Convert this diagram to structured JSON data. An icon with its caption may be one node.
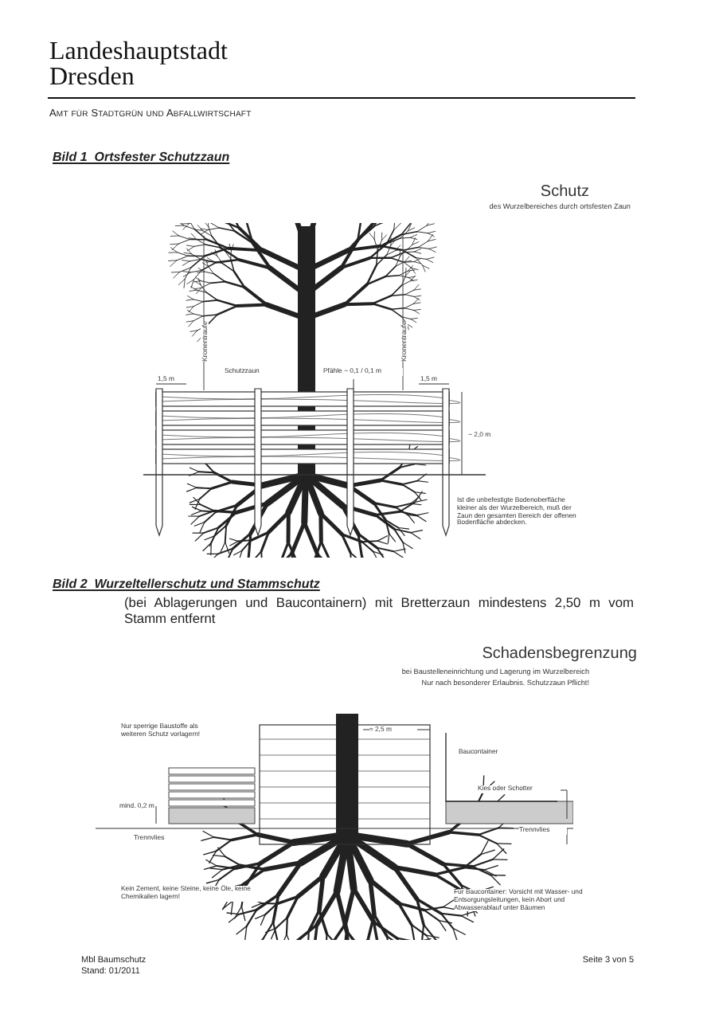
{
  "diagram": {
    "title": "Landeshauptstadt Dresden",
    "labels": [
      "Amt für Stadtgrün und Abfallwirtschaft",
      "Bild 1  Ortsfester Schutzzaun",
      "Schutz",
      "des Wurzelbereiches durch ortsfesten Zaun",
      "Kronentraufe",
      "Kronentraufe",
      "Schutzzaun",
      "Pfähle ~ 0,1 / 0,1 m",
      "1,5 m",
      "1,5 m",
      "~ 2,0 m",
      "Ist die unbefestigte Bodenoberfläche kleiner als der Wurzelbereich, muß der Zaun den gesamten Bereich der offenen Bodenfläche abdecken.",
      "Bild 2  Wurzeltellerschutz und Stammschutz",
      "(bei Ablagerungen und Baucontainern) mit Bretterzaun mindestens 2,50 m vom Stamm entfernt",
      "Schadensbegrenzung",
      "bei Baustelleneinrichtung und Lagerung im Wurzelbereich",
      "Nur nach besonderer Erlaubnis. Schutzzaun Pflicht!",
      "Nur sperrige Baustoffe als weiteren Schutz vorlagern!",
      "≈ 2,5 m",
      "Baucontainer",
      "Kies oder Schotter",
      "mind. 0,2 m",
      "Trennvlies",
      "Trennvlies",
      "Kein Zement, keine Steine, keine Öle, keine Chemikalien lagern!",
      "Für Baucontainer: Vorsicht mit Wasser- und Entsorgungsleitungen, kein Abort und Abwasserablauf unter Bäumen",
      "Mbl Baumschutz",
      "Stand: 01/2011",
      "Seite 3 von 5"
    ]
  }
}
